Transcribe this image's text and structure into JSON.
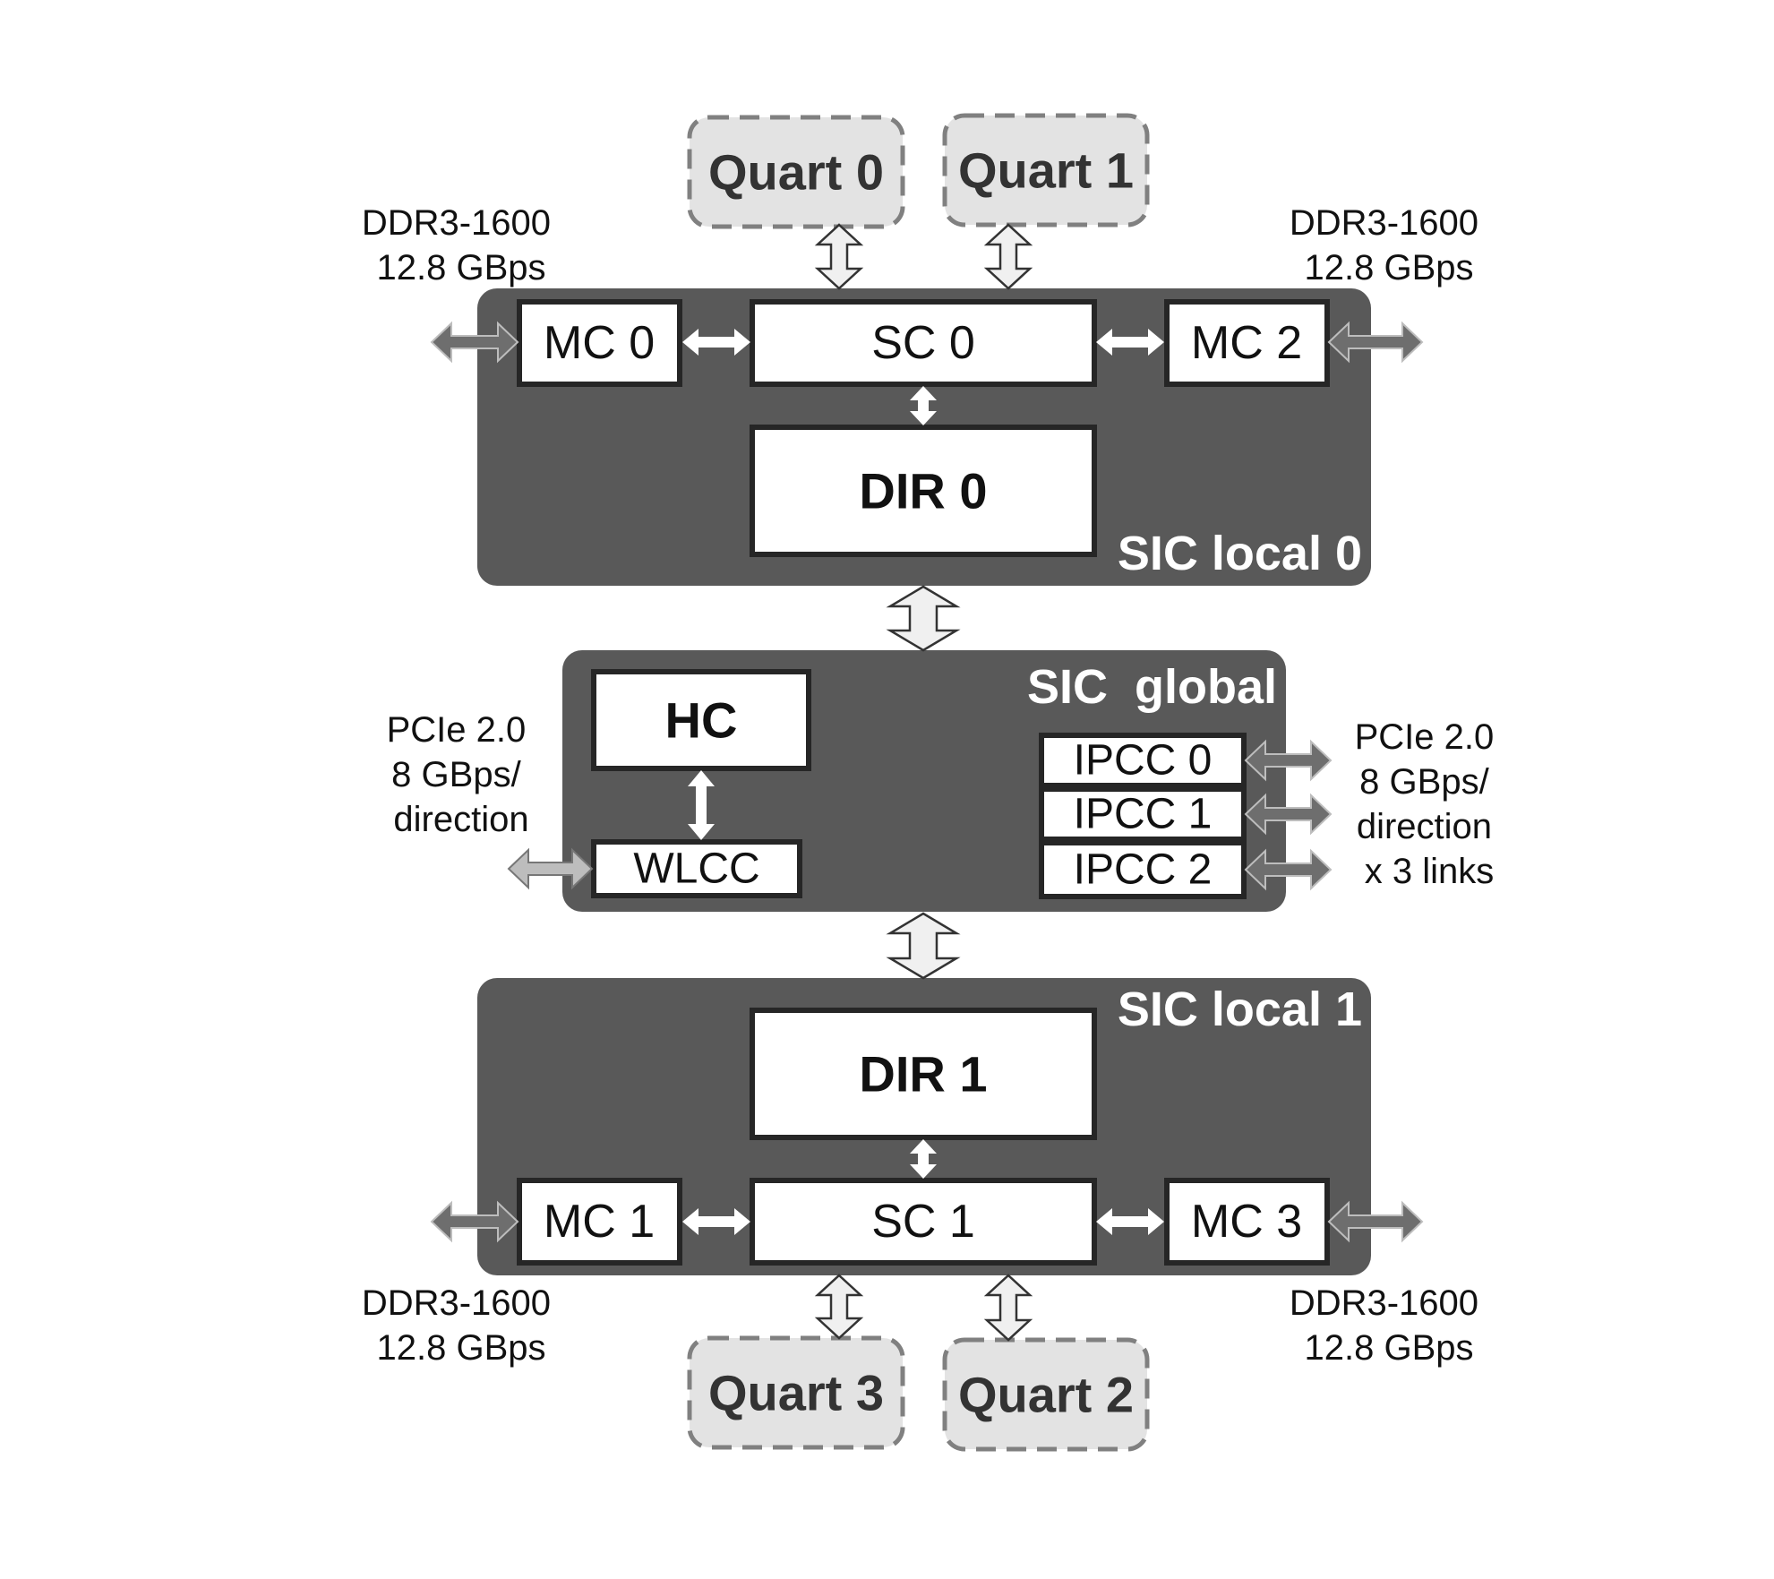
{
  "colors": {
    "region_fill": "#595959",
    "block_fill": "#ffffff",
    "quart_fill": "#e3e3e3",
    "quart_border": "#808080",
    "region_label": "#ffffff"
  },
  "quarts": {
    "q0": "Quart 0",
    "q1": "Quart 1",
    "q2": "Quart 2",
    "q3": "Quart 3"
  },
  "sic_local_0": {
    "label": "SIC local 0",
    "mc0": "MC 0",
    "sc0": "SC 0",
    "mc2": "MC 2",
    "dir0": "DIR 0"
  },
  "sic_global": {
    "label": "SIC  global",
    "hc": "HC",
    "wlcc": "WLCC",
    "ipcc0": "IPCC 0",
    "ipcc1": "IPCC 1",
    "ipcc2": "IPCC 2"
  },
  "sic_local_1": {
    "label": "SIC local 1",
    "dir1": "DIR 1",
    "mc1": "MC 1",
    "sc1": "SC 1",
    "mc3": "MC 3"
  },
  "notes": {
    "ddr_top_left": [
      "DDR3-1600",
      "12.8 GBps"
    ],
    "ddr_top_right": [
      "DDR3-1600",
      "12.8 GBps"
    ],
    "ddr_bottom_left": [
      "DDR3-1600",
      "12.8 GBps"
    ],
    "ddr_bottom_right": [
      "DDR3-1600",
      "12.8 GBps"
    ],
    "pcie_left": [
      "PCIe 2.0",
      "8 GBps/",
      "direction"
    ],
    "pcie_right": [
      "PCIe 2.0",
      "8 GBps/",
      "direction",
      "x 3 links"
    ]
  }
}
